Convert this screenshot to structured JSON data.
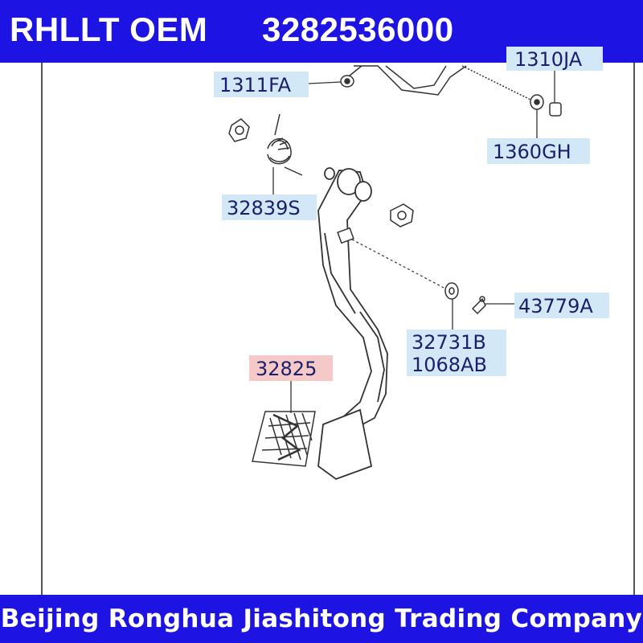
{
  "header": {
    "brand": "RHLLT OEM",
    "part_number": "3282536000"
  },
  "footer": {
    "company": "Beijing Ronghua Jiashitong Trading Company"
  },
  "callouts": {
    "partial_top_right": "1310JA",
    "c1311FA": "1311FA",
    "c1360GH": "1360GH",
    "c32839S": "32839S",
    "c43779A": "43779A",
    "c32731B": "32731B",
    "c1068AB": "1068AB",
    "c32825": "32825"
  },
  "colors": {
    "banner": "#1d13e3",
    "label_box": "#d2e8f7",
    "highlight_box": "#f6c9c9",
    "line": "#2a2a2a"
  }
}
